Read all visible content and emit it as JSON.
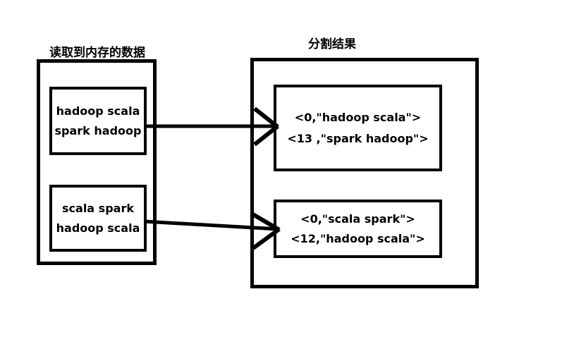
{
  "diagram": {
    "left_panel": {
      "title": "读取到内存的数据",
      "blocks": [
        {
          "line1": "hadoop scala",
          "line2": "spark hadoop"
        },
        {
          "line1": "scala spark",
          "line2": "hadoop scala"
        }
      ]
    },
    "right_panel": {
      "title": "分割结果",
      "blocks": [
        {
          "line1": "<0,\"hadoop scala\">",
          "line2": "<13 ,\"spark hadoop\">"
        },
        {
          "line1": "<0,\"scala spark\">",
          "line2": "<12,\"hadoop scala\">"
        }
      ]
    },
    "arrows": [
      {
        "name": "arrow-block1-to-result1"
      },
      {
        "name": "arrow-block2-to-result2"
      }
    ],
    "colors": {
      "stroke": "#000000",
      "background": "#ffffff",
      "text": "#000000"
    }
  }
}
